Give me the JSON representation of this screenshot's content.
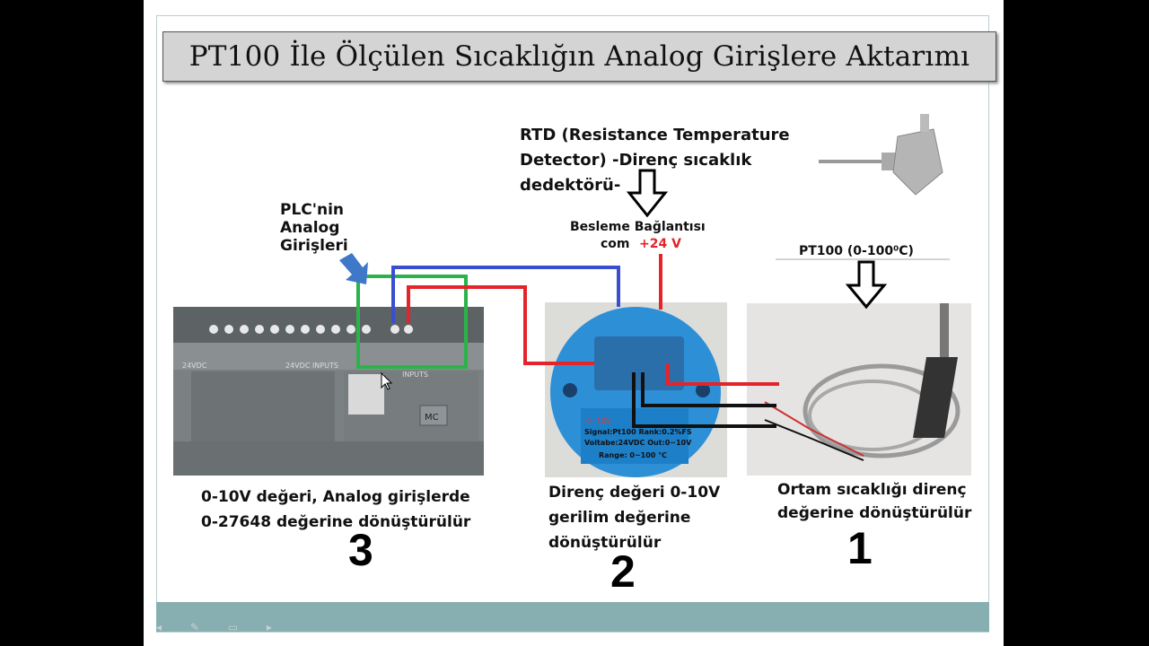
{
  "slide": {
    "title": "PT100 İle Ölçülen Sıcaklığın Analog Girişlere Aktarımı"
  },
  "labels": {
    "rtd_line1": "RTD (Resistance Temperature",
    "rtd_line2": "Detector) -Direnç sıcaklık",
    "rtd_line3": "dedektörü-",
    "plc_line1": "PLC'nin",
    "plc_line2": "Analog",
    "plc_line3": "Girişleri",
    "supply_title": "Besleme Bağlantısı",
    "supply_com": "com",
    "supply_plus": "+24 V",
    "pt100_range": "PT100 (0-100⁰C)"
  },
  "steps": [
    {
      "number": "1",
      "line1": "Ortam sıcaklığı direnç",
      "line2": "değerine dönüştürülür",
      "line3": ""
    },
    {
      "number": "2",
      "line1": "Direnç değeri 0-10V",
      "line2": "gerilim değerine",
      "line3": "dönüştürülür"
    },
    {
      "number": "3",
      "line1": "0-10V değeri, Analog girişlerde",
      "line2": "0-27648 değerine dönüştürülür",
      "line3": ""
    }
  ],
  "transmitter": {
    "signal": "Signal:Pt100 Rank:0.2%FS",
    "voltage": "Voltabe:24VDC  Out:0~10V",
    "range": "Range:  0~100 ℃",
    "terminal_label": "0~10V"
  },
  "plc": {
    "label_24vdc": "24VDC",
    "label_inputs": "24VDC INPUTS",
    "label_ai": "INPUTS",
    "label_mc": "MC"
  },
  "colors": {
    "wire_blue": "#3a4fd0",
    "wire_red": "#e3242b",
    "wire_green": "#2bb34a",
    "arrow_blue": "#3f78c8",
    "bottom_bar": "#87aeb0"
  }
}
